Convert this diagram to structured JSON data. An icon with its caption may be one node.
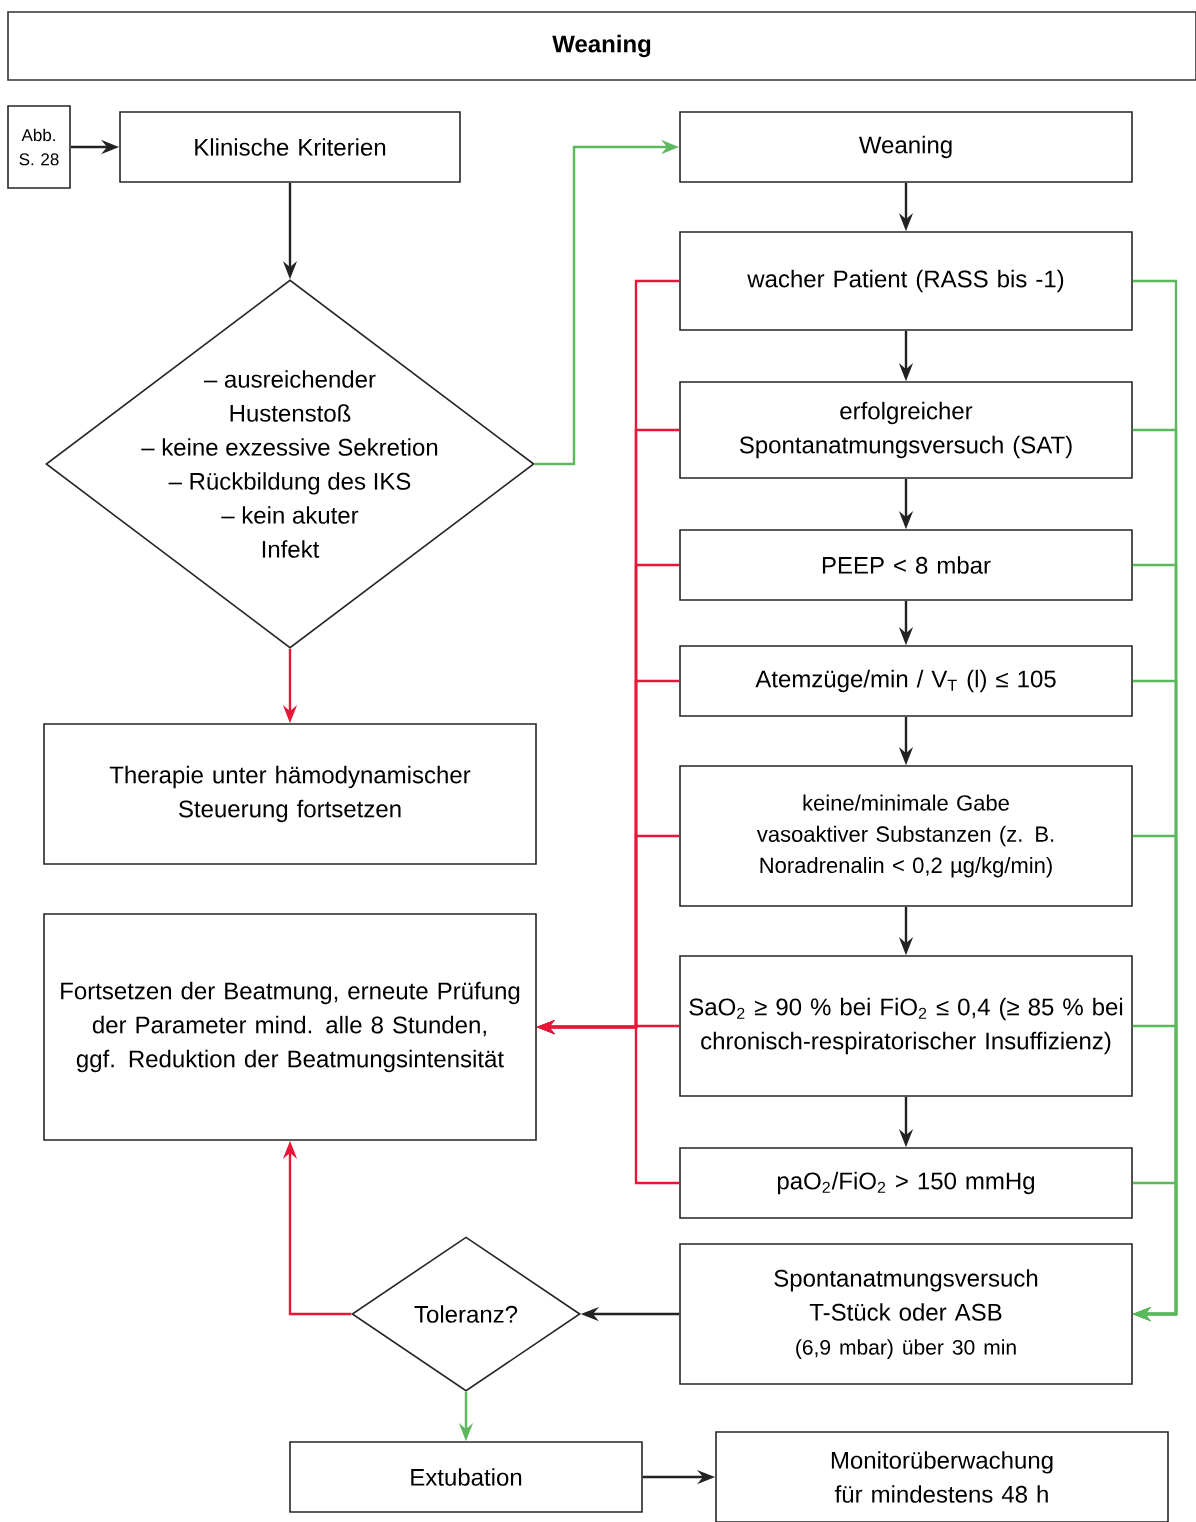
{
  "diagram": {
    "title": "Weaning",
    "nodes": [
      {
        "text": [
          "Abb. S. 28"
        ]
      },
      {
        "text": [
          "Klinische Kriterien"
        ]
      },
      {
        "text": [
          "– ausreichender Hustenstoß",
          "– keine exzessive Sekretion",
          "– Rückbildung des IKS",
          "– kein akuter Infekt"
        ]
      },
      {
        "text": [
          "Weaning"
        ]
      },
      {
        "text": [
          "wacher Patient (RASS bis -1)"
        ]
      },
      {
        "text": [
          "erfolgreicher Spontanatmungsversuch (SAT)"
        ]
      },
      {
        "text": [
          "PEEP < 8 mbar"
        ]
      },
      {
        "text": [
          "Atemzüge/min / V$_{T}$ (l) ≤ 105"
        ]
      },
      {
        "text": [
          "keine/minimale Gabe vasoaktiver Substanzen (z. B. Noradrenalin < 0,2 µg/kg/min)"
        ]
      },
      {
        "text": [
          "SaO$_{2}$ ≥ 90 % bei FiO$_{2}$ ≤ 0,4 (≥ 85 % bei chronisch-respiratorischer Insuffizienz)"
        ]
      },
      {
        "text": [
          "paO$_{2}$/FiO$_{2}$ > 150 mmHg"
        ]
      },
      {
        "text": [
          "Therapie unter hämodynamischer Steuerung fortsetzen"
        ]
      },
      {
        "text": [
          "Fortsetzen der Beatmung, erneute Prüfung der Parameter mind. alle 8 Stunden, ggf. Reduktion der Beatmungsintensität"
        ]
      },
      {
        "text": [
          "Spontanatmungsversuch T-Stück oder ASB",
          "(6,9 mbar) über 30 min"
        ]
      },
      {
        "text": [
          "Toleranz?"
        ]
      },
      {
        "text": [
          "Extubation"
        ]
      },
      {
        "text": [
          "Monitorüberwachung für mindestens 48 h"
        ]
      }
    ],
    "edges": [
      {
        "from": 0,
        "to": 1,
        "arrow": "to"
      },
      {
        "from": 1,
        "to": 2,
        "arrow": "to"
      },
      {
        "from": 2,
        "to": 3,
        "arrow": "to",
        "color": "#5cb85c"
      },
      {
        "from": 2,
        "to": 11,
        "arrow": "to",
        "color": "#e8173a"
      },
      {
        "from": 3,
        "to": 4,
        "arrow": "to"
      },
      {
        "from": 4,
        "to": 5,
        "arrow": "to"
      },
      {
        "from": 5,
        "to": 6,
        "arrow": "to"
      },
      {
        "from": 6,
        "to": 7,
        "arrow": "to"
      },
      {
        "from": 7,
        "to": 8,
        "arrow": "to"
      },
      {
        "from": 8,
        "to": 9,
        "arrow": "to"
      },
      {
        "from": 9,
        "to": 10,
        "arrow": "to"
      },
      {
        "from": 4,
        "to": 12,
        "arrow": "to",
        "color": "#e8173a"
      },
      {
        "from": 5,
        "to": 12,
        "arrow": "to",
        "color": "#e8173a"
      },
      {
        "from": 6,
        "to": 12,
        "arrow": "to",
        "color": "#e8173a"
      },
      {
        "from": 7,
        "to": 12,
        "arrow": "to",
        "color": "#e8173a"
      },
      {
        "from": 8,
        "to": 12,
        "arrow": "to",
        "color": "#e8173a"
      },
      {
        "from": 9,
        "to": 12,
        "arrow": "to",
        "color": "#e8173a"
      },
      {
        "from": 10,
        "to": 12,
        "arrow": "to",
        "color": "#e8173a"
      },
      {
        "from": 4,
        "to": 13,
        "arrow": "to",
        "color": "#5cb85c"
      },
      {
        "from": 5,
        "to": 13,
        "arrow": "to",
        "color": "#5cb85c"
      },
      {
        "from": 6,
        "to": 13,
        "arrow": "to",
        "color": "#5cb85c"
      },
      {
        "from": 7,
        "to": 13,
        "arrow": "to",
        "color": "#5cb85c"
      },
      {
        "from": 8,
        "to": 13,
        "arrow": "to",
        "color": "#5cb85c"
      },
      {
        "from": 9,
        "to": 13,
        "arrow": "to",
        "color": "#5cb85c"
      },
      {
        "from": 10,
        "to": 13,
        "arrow": "to",
        "color": "#5cb85c"
      },
      {
        "from": 13,
        "to": 14,
        "arrow": "to"
      },
      {
        "from": 14,
        "to": 12,
        "arrow": "to",
        "color": "#e8173a"
      },
      {
        "from": 14,
        "to": 15,
        "arrow": "to",
        "color": "#5cb85c"
      },
      {
        "from": 15,
        "to": 16,
        "arrow": "to"
      }
    ]
  }
}
